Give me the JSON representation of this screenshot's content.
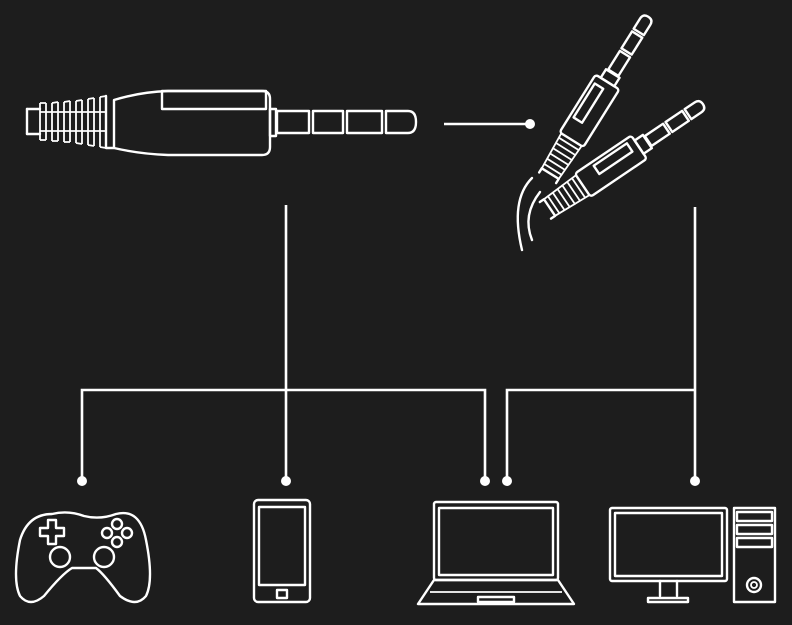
{
  "diagram": {
    "background": "#1d1d1d",
    "stroke_color": "#ffffff",
    "nodes": [
      {
        "id": "trrs-4-pole-plug",
        "icon": "trrs-plug-icon"
      },
      {
        "id": "splitter-adapter",
        "icon": "dual-trs-splitter-icon"
      },
      {
        "id": "game-controller",
        "icon": "gamepad-icon"
      },
      {
        "id": "smartphone",
        "icon": "smartphone-icon"
      },
      {
        "id": "laptop",
        "icon": "laptop-icon"
      },
      {
        "id": "desktop-pc",
        "icon": "desktop-pc-icon"
      }
    ],
    "connections": [
      {
        "from": "trrs-4-pole-plug",
        "to": "splitter-adapter"
      },
      {
        "from": "trrs-4-pole-plug",
        "to": "game-controller"
      },
      {
        "from": "trrs-4-pole-plug",
        "to": "smartphone"
      },
      {
        "from": "trrs-4-pole-plug",
        "to": "laptop"
      },
      {
        "from": "splitter-adapter",
        "to": "laptop"
      },
      {
        "from": "splitter-adapter",
        "to": "desktop-pc"
      }
    ]
  }
}
